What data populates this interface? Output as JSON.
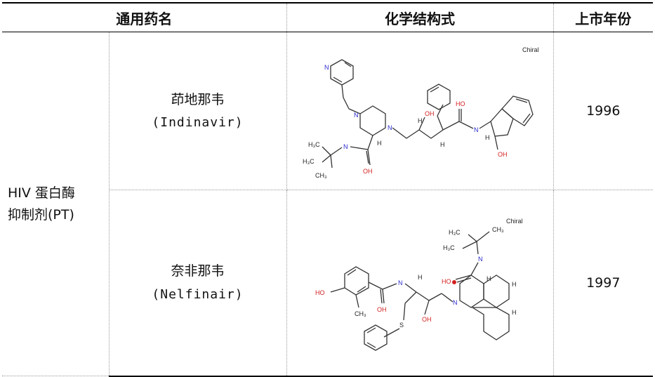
{
  "table": {
    "headers": [
      "通用药名",
      "化学结构式",
      "上市年份"
    ],
    "group": {
      "line1": "HIV 蛋白酶",
      "line2": "抑制剂(PT)"
    },
    "rows": [
      {
        "name_cn": "茚地那韦",
        "name_en": "(Indinavir)",
        "chiral": "Chiral",
        "year": "1996"
      },
      {
        "name_cn": "奈非那韦",
        "name_en": "(Nelfinair)",
        "chiral": "Chiral",
        "year": "1997"
      }
    ]
  },
  "structure_labels": {
    "indinavir": {
      "N_pyr": "N",
      "N1": "N",
      "N2": "N",
      "HO1": "HO",
      "OH1": "OH",
      "HN": "N",
      "OH2": "OH",
      "H1": "H",
      "H2": "H",
      "H3": "H",
      "H4": "H",
      "NH": "N",
      "OH3": "OH",
      "H3C1": "H₃C",
      "H3C2": "H₃C",
      "CH3": "CH₃"
    },
    "nelfinavir": {
      "H3C1": "H₃C",
      "CH3_1": "CH₃",
      "H3C2": "H₃C",
      "N1": "N",
      "HO1": "HO",
      "HO2": "HO",
      "N2": "N",
      "OH1": "OH",
      "N3": "N",
      "CH3_2": "CH₃",
      "OH2": "OH",
      "S": "S",
      "H1": "H",
      "H2": "H",
      "H3": "H",
      "H4": "H"
    }
  },
  "colors": {
    "border": "#000000",
    "dotted": "#999999",
    "oxygen": "#d42020",
    "nitrogen": "#2a2ad0"
  }
}
